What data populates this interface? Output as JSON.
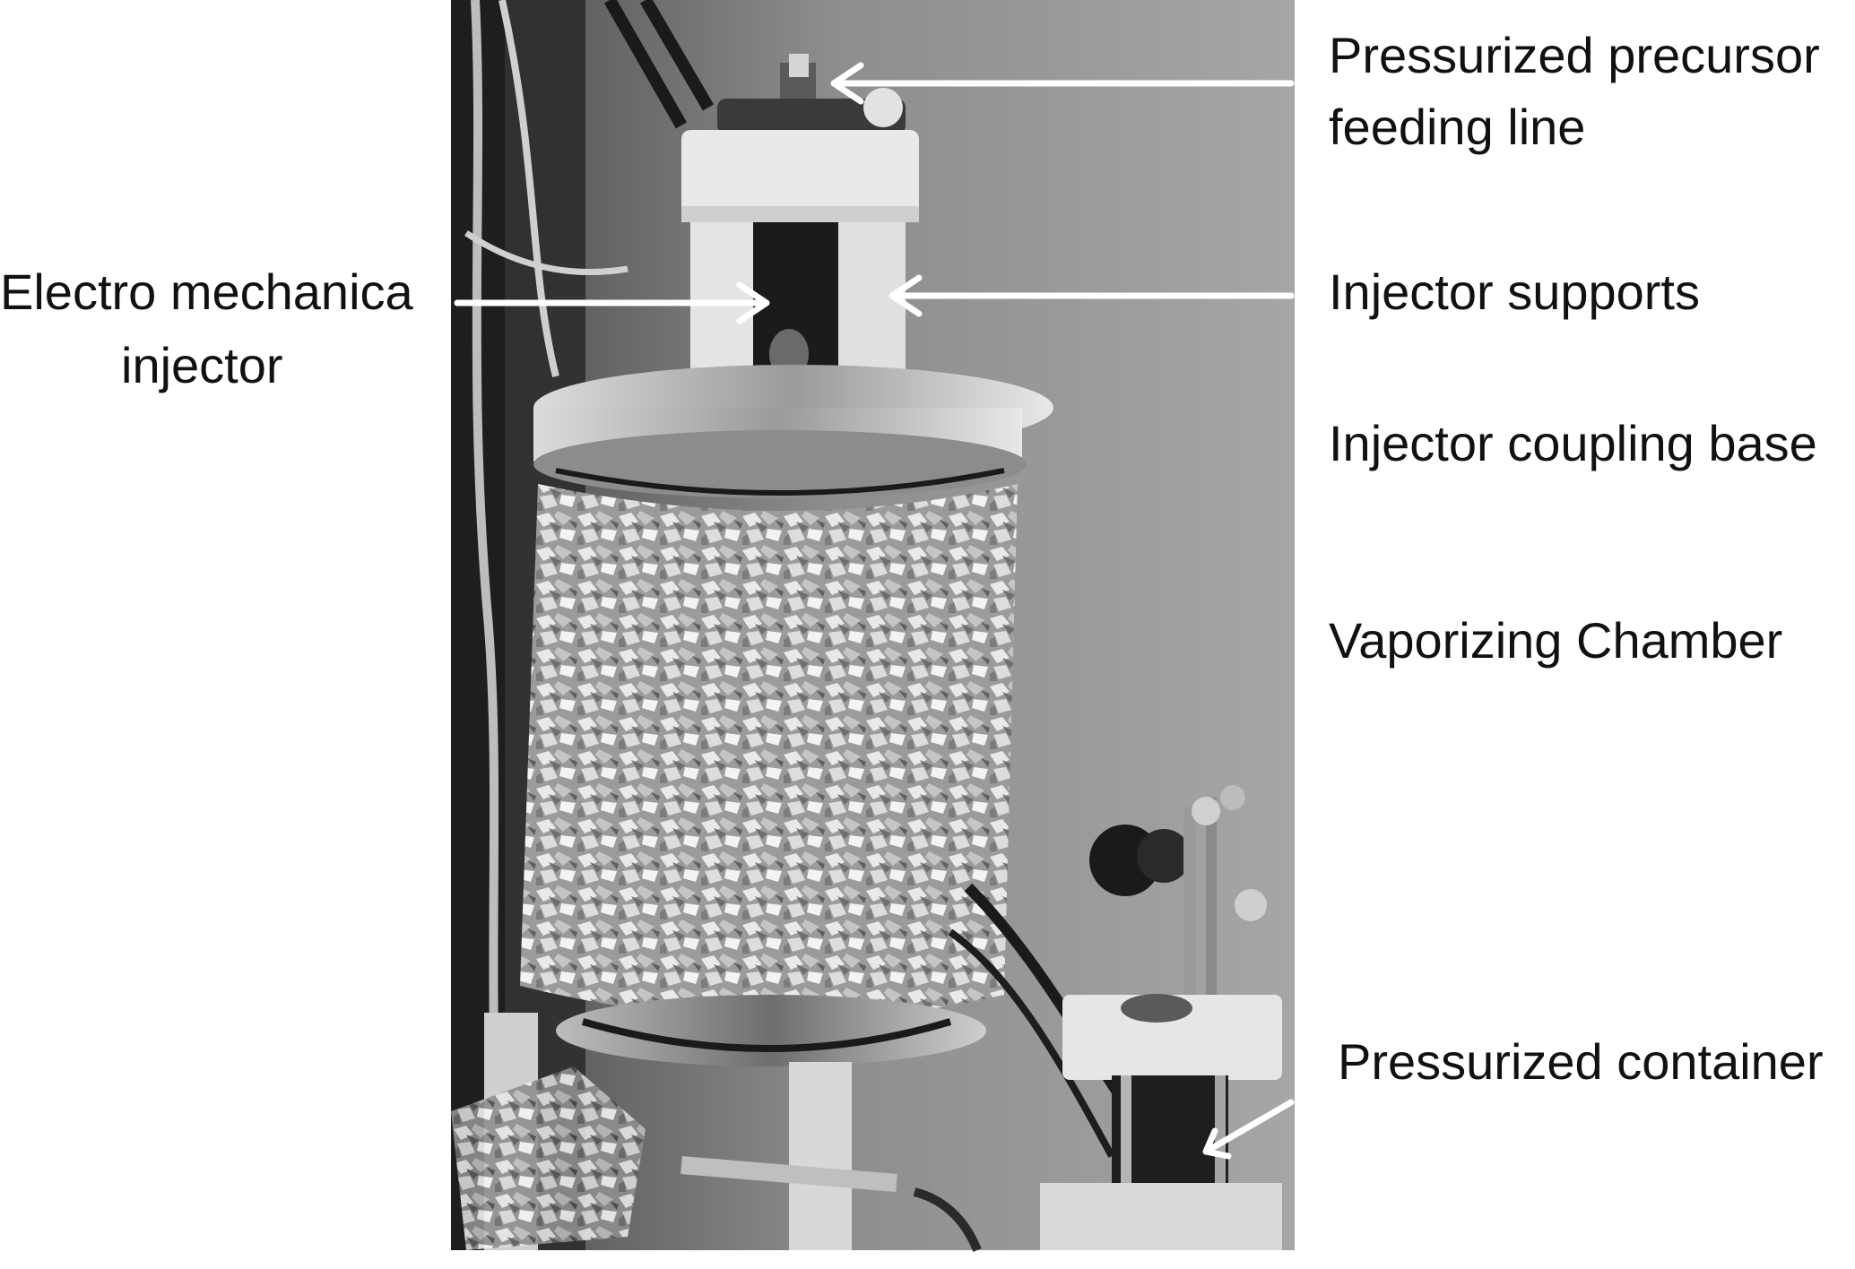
{
  "labels": {
    "feeding_line_1": "Pressurized precursor",
    "feeding_line_2": "feeding line",
    "injector_1": "Electro mechanica",
    "injector_2": "injector",
    "supports": "Injector supports",
    "coupling_base": "Injector coupling base",
    "chamber": "Vaporizing Chamber",
    "container": "Pressurized container"
  }
}
